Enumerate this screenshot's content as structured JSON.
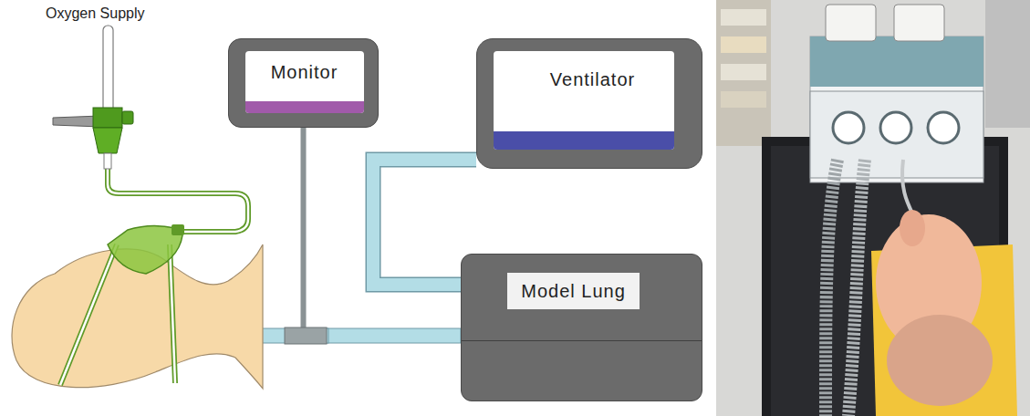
{
  "diagram": {
    "nodes": [
      {
        "text": [
          "Monitor"
        ]
      },
      {
        "text": [
          "Ventilator"
        ]
      },
      {
        "text": [
          "Model Lung"
        ]
      }
    ],
    "edges": [
      {
        "from": 0,
        "to": 2,
        "arrow": "none"
      },
      {
        "from": 1,
        "to": 2,
        "arrow": "none"
      }
    ],
    "labels": [
      "Oxygen Supply"
    ]
  }
}
